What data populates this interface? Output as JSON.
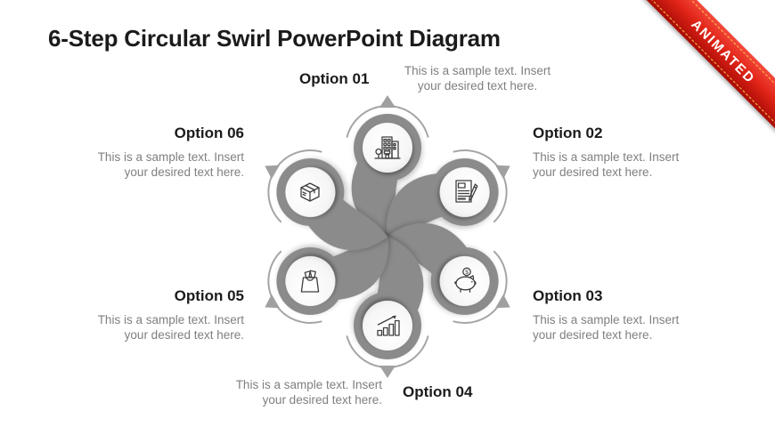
{
  "title": "6-Step Circular Swirl PowerPoint Diagram",
  "ribbon": {
    "label": "ANIMATED",
    "color": "#d81a0e",
    "stitch_color": "#ffc54d",
    "text_color": "#ffffff"
  },
  "diagram": {
    "type": "circular-swirl",
    "steps": 6,
    "swirl_color": "#8b8b8b",
    "arc_color": "#a5a5a5",
    "icon_stroke_color": "#3f3f3f",
    "title_color": "#1b1b1b",
    "body_text_color": "#7f7f7f"
  },
  "options": [
    {
      "label": "Option 01",
      "icon": "building-icon",
      "desc_line1": "This is a sample text. Insert",
      "desc_line2": "your desired text here."
    },
    {
      "label": "Option 02",
      "icon": "document-pen-icon",
      "desc_line1": "This is a sample text. Insert",
      "desc_line2": "your desired text here."
    },
    {
      "label": "Option 03",
      "icon": "piggy-bank-icon",
      "desc_line1": "This is a sample text. Insert",
      "desc_line2": "your desired text here."
    },
    {
      "label": "Option 04",
      "icon": "bar-chart-icon",
      "desc_line1": "This is a sample text. Insert",
      "desc_line2": "your desired text here."
    },
    {
      "label": "Option 05",
      "icon": "shopping-bag-icon",
      "desc_line1": "This is a sample text. Insert",
      "desc_line2": "your desired text here."
    },
    {
      "label": "Option 06",
      "icon": "package-box-icon",
      "desc_line1": "This is a sample text. Insert",
      "desc_line2": "your desired text here."
    }
  ]
}
